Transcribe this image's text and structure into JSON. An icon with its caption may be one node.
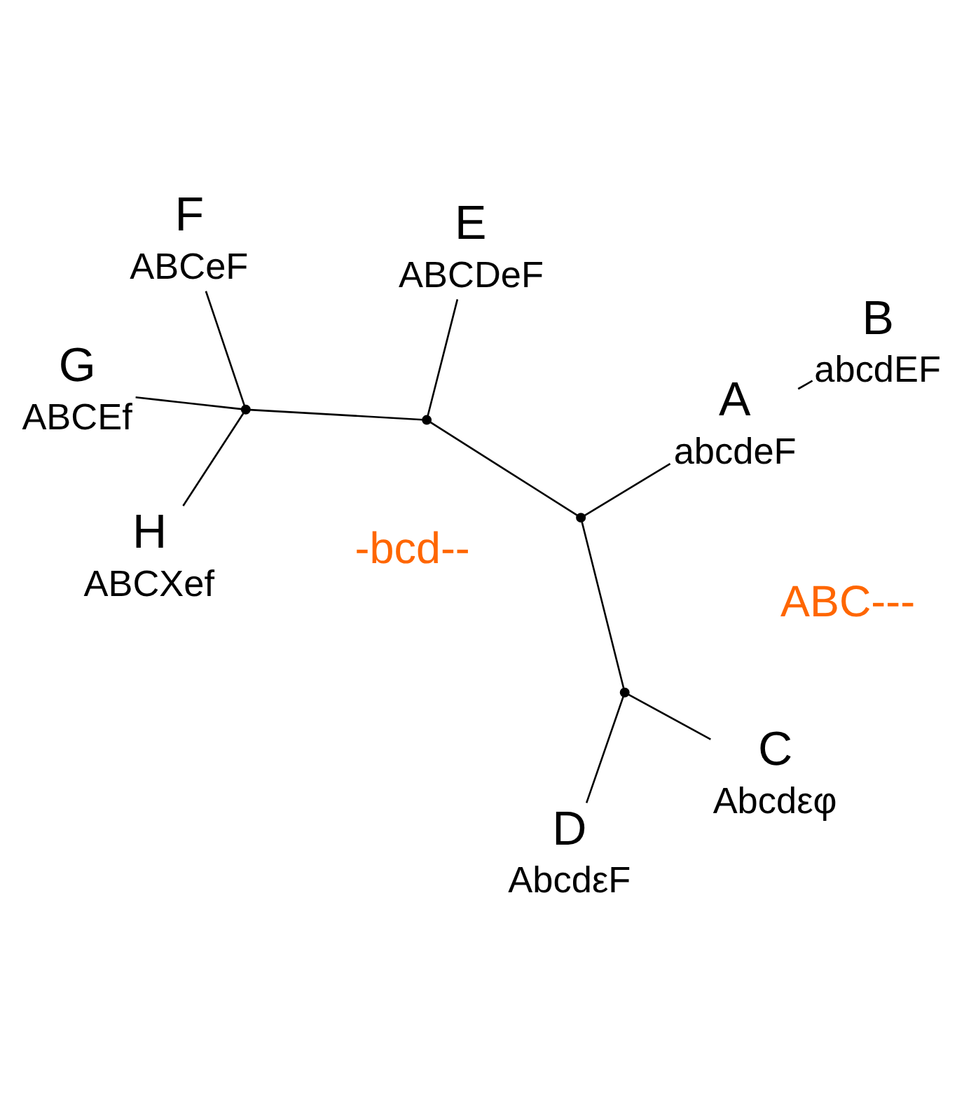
{
  "diagram": {
    "nodes": [
      {
        "text": [
          "A"
        ],
        "beside": [
          "abcdeF"
        ]
      },
      {
        "text": [
          "B"
        ],
        "beside": [
          "abcdEF"
        ]
      },
      {
        "text": [
          "D"
        ],
        "beside": [
          "AbcdεF"
        ]
      },
      {
        "text": [
          "C"
        ],
        "beside": [
          "Abcdεφ"
        ]
      },
      {
        "text": [
          "E"
        ],
        "beside": [
          "ABCDeF"
        ]
      },
      {
        "text": [
          "F"
        ],
        "beside": [
          "ABCeF"
        ]
      },
      {
        "text": [
          "G"
        ],
        "beside": [
          "ABCEf"
        ]
      },
      {
        "text": [
          "H"
        ],
        "beside": [
          "ABCXef"
        ]
      },
      {
        "text": [],
        "shape": "point"
      },
      {
        "text": [],
        "shape": "point"
      },
      {
        "text": [],
        "shape": "point"
      },
      {
        "text": [],
        "shape": "point"
      }
    ],
    "edges": [
      {
        "from": 1,
        "to": 0,
        "arrow": "none"
      },
      {
        "from": 0,
        "to": 8,
        "arrow": "none"
      },
      {
        "from": 8,
        "to": 9,
        "arrow": "none"
      },
      {
        "from": 9,
        "to": 2,
        "arrow": "none"
      },
      {
        "from": 9,
        "to": 3,
        "arrow": "none"
      },
      {
        "from": 8,
        "to": 10,
        "arrow": "none"
      },
      {
        "from": 10,
        "to": 4,
        "arrow": "none"
      },
      {
        "from": 10,
        "to": 11,
        "arrow": "none"
      },
      {
        "from": 11,
        "to": 5,
        "arrow": "none"
      },
      {
        "from": 11,
        "to": 6,
        "arrow": "none"
      },
      {
        "from": 11,
        "to": 7,
        "arrow": "none"
      }
    ],
    "labels": [
      "-bcd--",
      "ABC---"
    ]
  }
}
